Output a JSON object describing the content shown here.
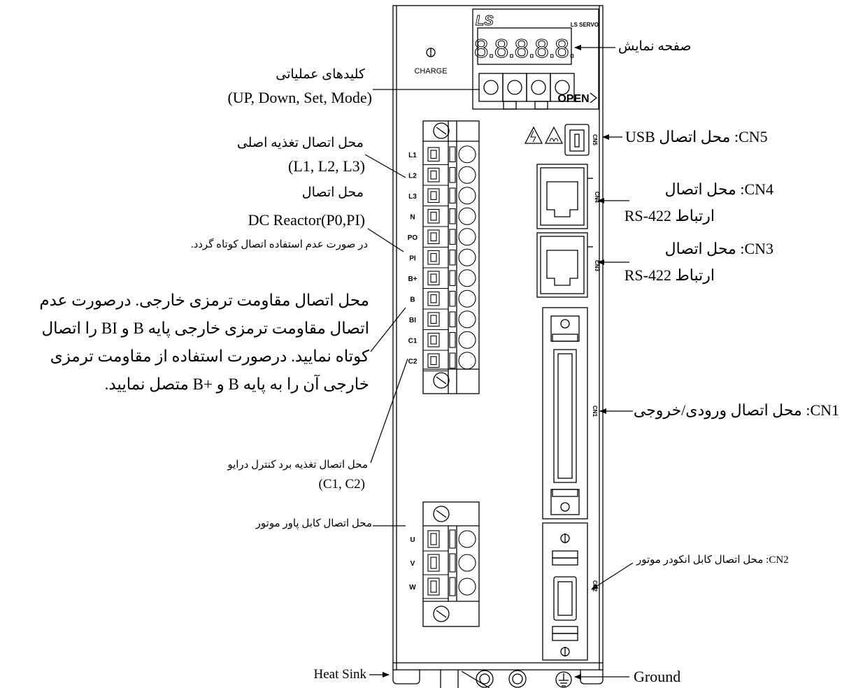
{
  "device": {
    "brand": "LS",
    "model_badge": "LS SERVO",
    "display_digits": "8.8.8.8.8.",
    "charge_label": "CHARGE",
    "open_label": "OPEN",
    "main_terminals": [
      "L1",
      "L2",
      "L3",
      "N",
      "PO",
      "PI",
      "B+",
      "B",
      "BI",
      "C1",
      "C2"
    ],
    "motor_terminals": [
      "U",
      "V",
      "W"
    ],
    "connectors": {
      "cn5": "CN5",
      "cn4": "CN4",
      "cn3": "CN3",
      "cn1": "CN1",
      "cn2": "CN2"
    }
  },
  "callouts": {
    "display": "صفحه نمایش",
    "keys_line1": "کلیدهای عملیاتی",
    "keys_line2": "(UP, Down, Set, Mode)",
    "main_power_line1": "محل اتصال تغذیه اصلی",
    "main_power_line2": "(L1, L2, L3)",
    "reactor_line1": "محل اتصال",
    "reactor_line2": "DC Reactor(P0,PI)",
    "reactor_line3": "در صورت عدم استفاده اتصال کوتاه گردد.",
    "brake_line1": "محل اتصال مقاومت ترمزی خارجی. درصورت عدم",
    "brake_line2": "اتصال مقاومت ترمزی خارجی پایه B و BI را اتصال",
    "brake_line3": "کوتاه نمایید. درصورت استفاده از مقاومت ترمزی",
    "brake_line4": "خارجی آن را به پایه  B و +B متصل نمایید.",
    "control_line1": "محل اتصال تغذیه برد کنترل درایو",
    "control_line2": "(C1, C2)",
    "motor_power": "محل اتصال کابل پاور موتور",
    "heat_sink": "Heat Sink",
    "ground": "Ground",
    "cn5": "CN5: محل اتصال USB",
    "cn4_line1": "CN4: محل اتصال",
    "cn4_line2": "ارتباط RS-422",
    "cn3_line1": "CN3: محل اتصال",
    "cn3_line2": "ارتباط RS-422",
    "cn1": "CN1: محل اتصال ورودی/خروجی",
    "cn2": "CN2: محل اتصال کابل انکودر موتور"
  }
}
